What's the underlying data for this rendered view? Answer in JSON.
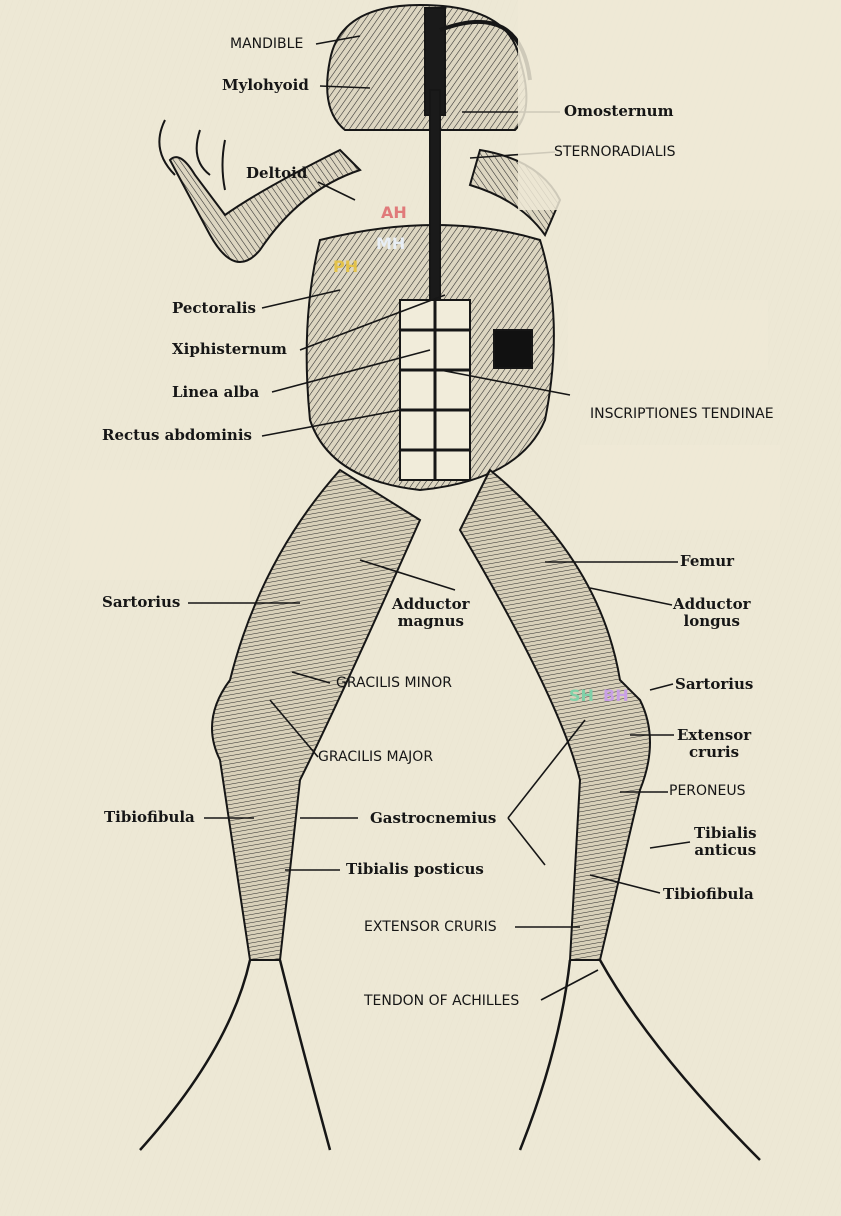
{
  "labels": {
    "mandible": "MANDIBLE",
    "mylohyoid": "Mylohyoid",
    "omosternum": "Omosternum",
    "sternoradialis": "STERNORADIALIS",
    "deltoid": "Deltoid",
    "pectoralis": "Pectoralis",
    "xiphisternum": "Xiphisternum",
    "linea_alba": "Linea alba",
    "inscriptiones": "INSCRIPTIONES TENDINAE",
    "rectus_abdominis": "Rectus abdominis",
    "femur": "Femur",
    "sartorius_left": "Sartorius",
    "adductor_magnus_1": "Adductor",
    "adductor_magnus_2": "magnus",
    "adductor_longus_1": "Adductor",
    "adductor_longus_2": "longus",
    "gracilis_minor": "GRACILIS MINOR",
    "sartorius_right": "Sartorius",
    "gracilis_major": "GRACILIS MAJOR",
    "extensor_cruris_1": "Extensor",
    "extensor_cruris_2": "cruris",
    "peroneus": "PERONEUS",
    "tibiofibula_left": "Tibiofibula",
    "gastrocnemius": "Gastrocnemius",
    "tibialis_anticus_1": "Tibialis",
    "tibialis_anticus_2": "anticus",
    "tibialis_posticus": "Tibialis posticus",
    "tibiofibula_right": "Tibiofibula",
    "extensor_cruris_lower": "EXTENSOR CRURIS",
    "tendon_achilles": "TENDON OF ACHILLES"
  },
  "tags": {
    "ah": {
      "text": "AH",
      "color": "#e07a7a"
    },
    "mh": {
      "text": "MH",
      "color": "#e8eef5"
    },
    "ph": {
      "text": "PH",
      "color": "#e3c24a"
    },
    "sh": {
      "text": "SH",
      "color": "#7fd0a8"
    },
    "bh": {
      "text": "BH",
      "color": "#c9a0e6"
    }
  },
  "colors": {
    "paper": "#eee9d6",
    "ink": "#161616",
    "muscle": "#d9d2bd"
  }
}
